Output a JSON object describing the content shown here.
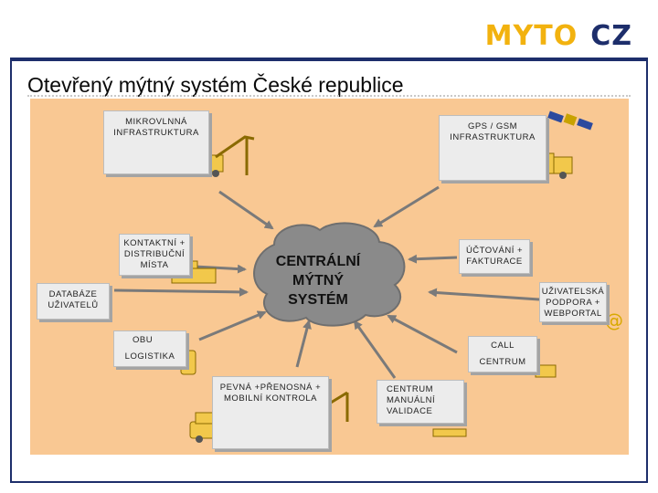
{
  "header": {
    "logo_left": "MYTO",
    "logo_right": "CZ",
    "title": "Otevřený mýtný systém České republice"
  },
  "diagram": {
    "center": [
      "CENTRÁLNÍ",
      "MÝTNÝ",
      "SYSTÉM"
    ],
    "nodes": {
      "microwave": [
        "MIKROVLNNÁ",
        "INFRASTRUKTURA"
      ],
      "gps": [
        "GPS / GSM",
        "INFRASTRUKTURA"
      ],
      "contact": [
        "KONTAKTNÍ +",
        "DISTRIBUČNÍ",
        "MÍSTA"
      ],
      "billing": [
        "ÚČTOVÁNÍ +",
        "FAKTURACE"
      ],
      "database": [
        "DATABÁZE",
        "UŽIVATELŮ"
      ],
      "support": [
        "UŽIVATELSKÁ",
        "PODPORA +",
        "WEBPORTAL"
      ],
      "obu": [
        "OBU",
        "LOGISTIKA"
      ],
      "call": [
        "CALL",
        "CENTRUM"
      ],
      "control": [
        "PEVNÁ +PŘENOSNÁ +",
        "MOBILNÍ KONTROLA"
      ],
      "manual": [
        "CENTRUM",
        "MANUÁLNÍ",
        "VALIDACE"
      ]
    }
  },
  "colors": {
    "brand_blue": "#1d2e6b",
    "brand_yellow": "#f2b20f",
    "canvas": "#f9c893",
    "cloud": "#8a8a8a"
  }
}
